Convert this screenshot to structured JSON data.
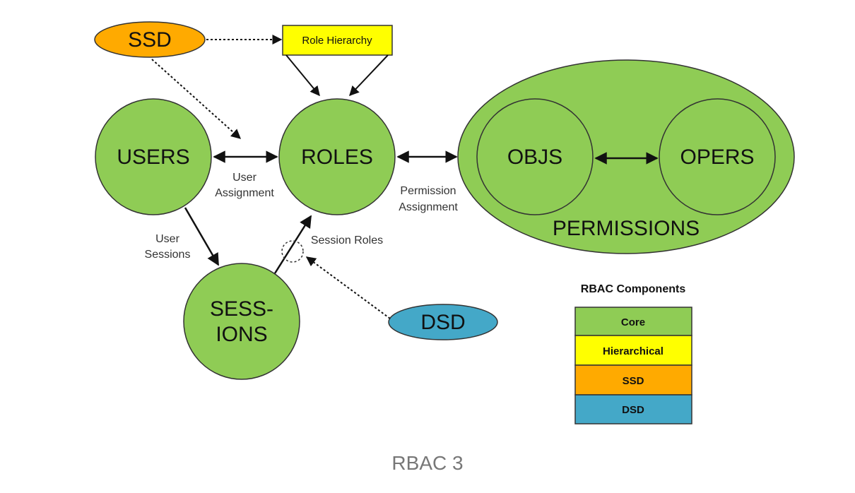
{
  "nodes": {
    "ssd": "SSD",
    "role_hierarchy": "Role Hierarchy",
    "users": "USERS",
    "roles": "ROLES",
    "objs": "OBJS",
    "opers": "OPERS",
    "permissions": "PERMISSIONS",
    "sessions_line1": "SESS-",
    "sessions_line2": "IONS",
    "dsd": "DSD"
  },
  "edges": {
    "user_assignment_line1": "User",
    "user_assignment_line2": "Assignment",
    "permission_assignment_line1": "Permission",
    "permission_assignment_line2": "Assignment",
    "user_sessions_line1": "User",
    "user_sessions_line2": "Sessions",
    "session_roles": "Session Roles"
  },
  "legend": {
    "title": "RBAC Components",
    "items": [
      {
        "label": "Core",
        "color": "#8fcc55"
      },
      {
        "label": "Hierarchical",
        "color": "#ffff00"
      },
      {
        "label": "SSD",
        "color": "#ffaa00"
      },
      {
        "label": "DSD",
        "color": "#44a8c8"
      }
    ]
  },
  "colors": {
    "core": "#8fcc55",
    "hierarchical": "#ffff00",
    "ssd": "#ffaa00",
    "dsd": "#44a8c8"
  },
  "caption": "RBAC 3"
}
